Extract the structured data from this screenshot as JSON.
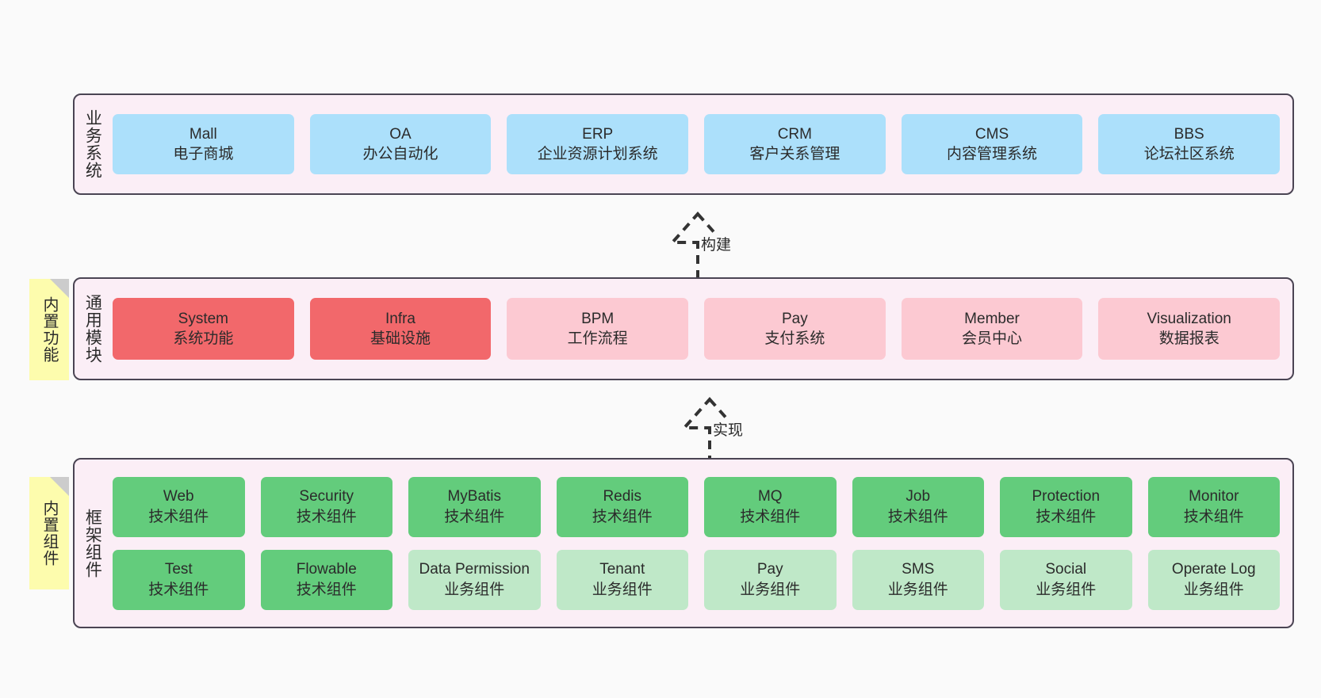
{
  "diagram": {
    "background": "#fafafa",
    "layers": [
      {
        "id": "business-systems",
        "title": "业务系统",
        "rows": [
          {
            "cells": [
              {
                "en": "Mall",
                "cn": "电子商城",
                "color": "#ace0fb"
              },
              {
                "en": "OA",
                "cn": "办公自动化",
                "color": "#ace0fb"
              },
              {
                "en": "ERP",
                "cn": "企业资源计划系统",
                "color": "#ace0fb"
              },
              {
                "en": "CRM",
                "cn": "客户关系管理",
                "color": "#ace0fb"
              },
              {
                "en": "CMS",
                "cn": "内容管理系统",
                "color": "#ace0fb"
              },
              {
                "en": "BBS",
                "cn": "论坛社区系统",
                "color": "#ace0fb"
              }
            ]
          }
        ]
      },
      {
        "id": "common-modules",
        "title": "通用模块",
        "note": "内置功能",
        "rows": [
          {
            "cells": [
              {
                "en": "System",
                "cn": "系统功能",
                "color": "#f2686b"
              },
              {
                "en": "Infra",
                "cn": "基础设施",
                "color": "#f2686b"
              },
              {
                "en": "BPM",
                "cn": "工作流程",
                "color": "#fcc9d2"
              },
              {
                "en": "Pay",
                "cn": "支付系统",
                "color": "#fcc9d2"
              },
              {
                "en": "Member",
                "cn": "会员中心",
                "color": "#fcc9d2"
              },
              {
                "en": "Visualization",
                "cn": "数据报表",
                "color": "#fcc9d2"
              }
            ]
          }
        ]
      },
      {
        "id": "framework-components",
        "title": "框架组件",
        "note": "内置组件",
        "rows": [
          {
            "cells": [
              {
                "en": "Web",
                "cn": "技术组件",
                "color": "#63cc7c"
              },
              {
                "en": "Security",
                "cn": "技术组件",
                "color": "#63cc7c"
              },
              {
                "en": "MyBatis",
                "cn": "技术组件",
                "color": "#63cc7c"
              },
              {
                "en": "Redis",
                "cn": "技术组件",
                "color": "#63cc7c"
              },
              {
                "en": "MQ",
                "cn": "技术组件",
                "color": "#63cc7c"
              },
              {
                "en": "Job",
                "cn": "技术组件",
                "color": "#63cc7c"
              },
              {
                "en": "Protection",
                "cn": "技术组件",
                "color": "#63cc7c"
              },
              {
                "en": "Monitor",
                "cn": "技术组件",
                "color": "#63cc7c"
              }
            ]
          },
          {
            "cells": [
              {
                "en": "Test",
                "cn": "技术组件",
                "color": "#63cc7c"
              },
              {
                "en": "Flowable",
                "cn": "技术组件",
                "color": "#63cc7c"
              },
              {
                "en": "Data Permission",
                "cn": "业务组件",
                "color": "#bfe8c8"
              },
              {
                "en": "Tenant",
                "cn": "业务组件",
                "color": "#bfe8c8"
              },
              {
                "en": "Pay",
                "cn": "业务组件",
                "color": "#bfe8c8"
              },
              {
                "en": "SMS",
                "cn": "业务组件",
                "color": "#bfe8c8"
              },
              {
                "en": "Social",
                "cn": "业务组件",
                "color": "#bfe8c8"
              },
              {
                "en": "Operate Log",
                "cn": "业务组件",
                "color": "#bfe8c8"
              }
            ]
          }
        ]
      }
    ],
    "connectors": [
      {
        "id": "build",
        "label": "构建"
      },
      {
        "id": "realize",
        "label": "实现"
      }
    ]
  }
}
